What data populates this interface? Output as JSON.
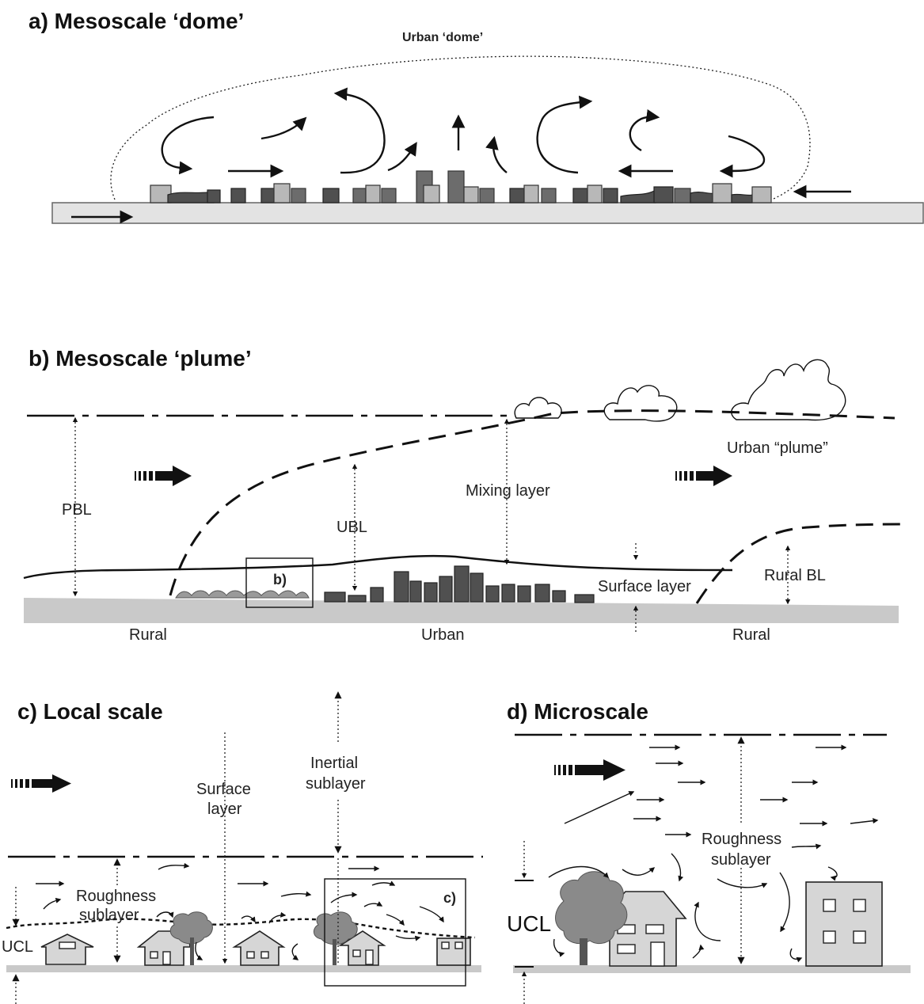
{
  "panels": {
    "a": {
      "title": "a) Mesoscale ‘dome’",
      "dome_label": "Urban ‘dome’"
    },
    "b": {
      "title": "b) Mesoscale ‘plume’",
      "labels": {
        "pbl": "PBL",
        "ubl": "UBL",
        "mixing_layer": "Mixing layer",
        "urban_plume": "Urban “plume”",
        "surface_layer": "Surface layer",
        "rural_bl": "Rural BL",
        "inset_marker": "b)",
        "rural_left": "Rural",
        "urban": "Urban",
        "rural_right": "Rural"
      }
    },
    "c": {
      "title": "c) Local scale",
      "labels": {
        "surface_layer_line1": "Surface",
        "surface_layer_line2": "layer",
        "inertial_line1": "Inertial",
        "inertial_line2": "sublayer",
        "roughness_line1": "Roughness",
        "roughness_line2": "sublayer",
        "ucl": "UCL",
        "inset_marker": "c)"
      }
    },
    "d": {
      "title": "d) Microscale",
      "labels": {
        "roughness_line1": "Roughness",
        "roughness_line2": "sublayer",
        "ucl": "UCL"
      }
    }
  },
  "colors": {
    "ground": "#c9c9c9",
    "building_dark": "#505050",
    "building_mid": "#6c6c6c",
    "building_light": "#b8b8b8",
    "tree": "#8a8a8a",
    "ink": "#111111"
  }
}
